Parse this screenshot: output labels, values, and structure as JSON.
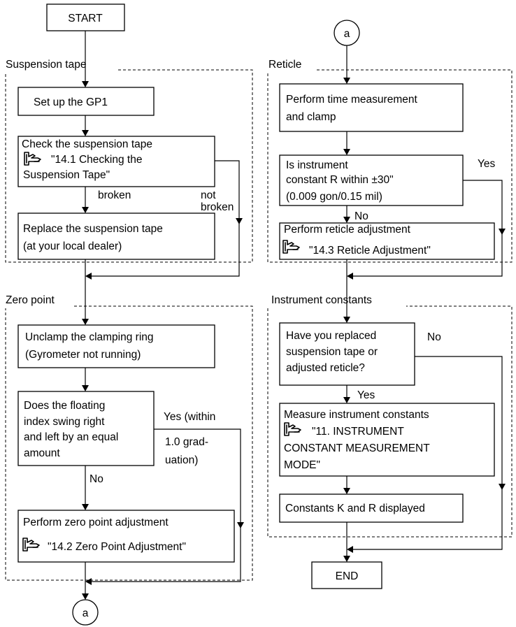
{
  "start": "START",
  "end": "END",
  "connector": "a",
  "groups": {
    "suspension": "Suspension tape",
    "zero": "Zero point",
    "reticle": "Reticle",
    "constants": "Instrument constants"
  },
  "left": {
    "setup": "Set up the GP1",
    "check": {
      "line1": "Check the suspension tape",
      "ref1": "\"14.1 Checking the",
      "ref2": "Suspension Tape\""
    },
    "broken": "broken",
    "not_broken1": "not",
    "not_broken2": "broken",
    "replace": {
      "line1": "Replace the suspension tape",
      "line2": "(at your local dealer)"
    },
    "unclamp": {
      "line1": "Unclamp the clamping ring",
      "line2": "(Gyrometer not running)"
    },
    "floating": {
      "line1": "Does the floating",
      "line2": "index swing right",
      "line3": "and left by an equal",
      "line4": "amount"
    },
    "yes": "Yes  (within",
    "yes2": "1.0 grad-",
    "yes3": "uation)",
    "no": "No",
    "zero_adj": {
      "line1": "Perform zero point adjustment",
      "ref": "\"14.2 Zero Point Adjustment\""
    }
  },
  "right": {
    "perform_time": {
      "line1": "Perform time measurement",
      "line2": "and clamp"
    },
    "is_instrument": {
      "line1": "Is instrument",
      "line2": "constant R within ±30\"",
      "line3": "(0.009 gon/0.15 mil)"
    },
    "yes": "Yes",
    "no": "No",
    "reticle_adj": {
      "line1": "Perform reticle adjustment",
      "ref": "\"14.3 Reticle Adjustment\""
    },
    "replaced": {
      "line1": "Have you replaced",
      "line2": "suspension tape or",
      "line3": "adjusted reticle?"
    },
    "no2": "No",
    "yes2": "Yes",
    "measure": {
      "line1": "Measure instrument constants",
      "ref1": "\"11. INSTRUMENT",
      "ref2": "CONSTANT MEASUREMENT",
      "ref3": "MODE\""
    },
    "displayed": "Constants K and R displayed"
  }
}
